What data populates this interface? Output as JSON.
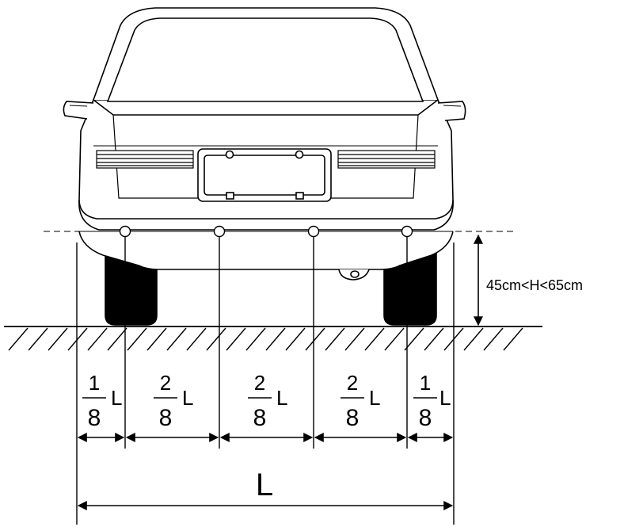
{
  "height_label": "45cm<H<65cm",
  "total_width_label": "L",
  "segments": [
    {
      "num": "1",
      "den": "8",
      "unit": "L"
    },
    {
      "num": "2",
      "den": "8",
      "unit": "L"
    },
    {
      "num": "2",
      "den": "8",
      "unit": "L"
    },
    {
      "num": "2",
      "den": "8",
      "unit": "L"
    },
    {
      "num": "1",
      "den": "8",
      "unit": "L"
    }
  ]
}
